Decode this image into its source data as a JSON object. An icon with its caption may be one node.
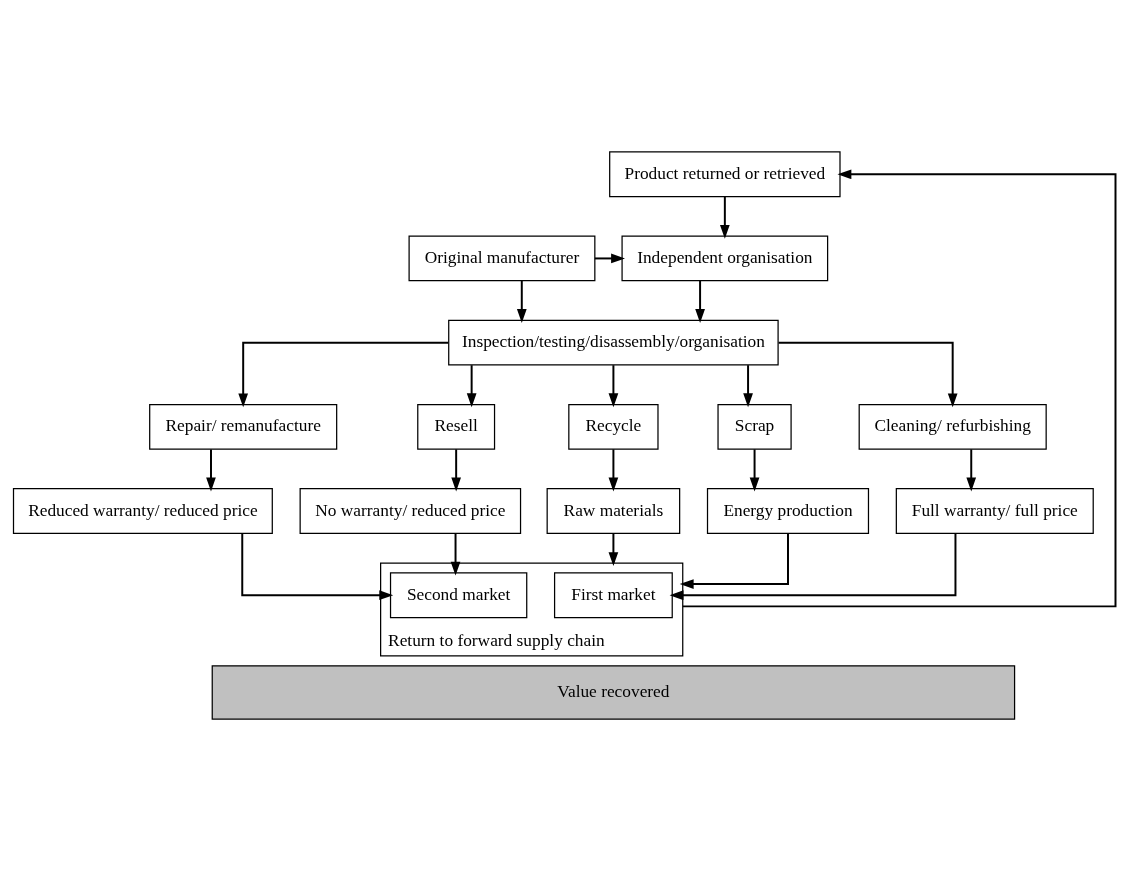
{
  "diagram": {
    "nodes": [
      {
        "text": [
          "Product returned or retrieved"
        ]
      },
      {
        "text": [
          "Original manufacturer"
        ]
      },
      {
        "text": [
          "Independent organisation"
        ]
      },
      {
        "text": [
          "Inspection/testing/disassembly/organisation"
        ]
      },
      {
        "text": [
          "Cleaning/ refurbishing"
        ]
      },
      {
        "text": [
          "Repair/ remanufacture"
        ]
      },
      {
        "text": [
          "Resell"
        ]
      },
      {
        "text": [
          "Recycle"
        ]
      },
      {
        "text": [
          "Scrap"
        ]
      },
      {
        "text": [
          "Full warranty/ full price"
        ]
      },
      {
        "text": [
          "Reduced warranty/ reduced price"
        ]
      },
      {
        "text": [
          "No warranty/ reduced price"
        ]
      },
      {
        "text": [
          "Raw materials"
        ]
      },
      {
        "text": [
          "Energy production"
        ]
      },
      {
        "text": [
          "Return to forward supply chain"
        ]
      },
      {
        "text": [
          "First market"
        ],
        "in": 14
      },
      {
        "text": [
          "Second market"
        ],
        "in": 14
      },
      {
        "text": [
          "Value recovered"
        ]
      }
    ],
    "edges": [
      {
        "from": 0,
        "to": 2,
        "arrow": "to"
      },
      {
        "from": 1,
        "to": 2,
        "arrow": "to"
      },
      {
        "from": 1,
        "to": 3,
        "arrow": "to"
      },
      {
        "from": 2,
        "to": 3,
        "arrow": "to"
      },
      {
        "from": 3,
        "to": 4,
        "arrow": "to"
      },
      {
        "from": 3,
        "to": 5,
        "arrow": "to"
      },
      {
        "from": 3,
        "to": 6,
        "arrow": "to"
      },
      {
        "from": 3,
        "to": 7,
        "arrow": "to"
      },
      {
        "from": 3,
        "to": 8,
        "arrow": "to"
      },
      {
        "from": 4,
        "to": 9,
        "arrow": "to"
      },
      {
        "from": 5,
        "to": 10,
        "arrow": "to"
      },
      {
        "from": 6,
        "to": 11,
        "arrow": "to"
      },
      {
        "from": 7,
        "to": 12,
        "arrow": "to"
      },
      {
        "from": 8,
        "to": 13,
        "arrow": "to"
      },
      {
        "from": 9,
        "to": 15,
        "arrow": "to"
      },
      {
        "from": 10,
        "to": 16,
        "arrow": "to"
      },
      {
        "from": 11,
        "to": 16,
        "arrow": "to"
      },
      {
        "from": 12,
        "to": 14,
        "arrow": "to"
      },
      {
        "from": 13,
        "to": 14,
        "arrow": "to"
      },
      {
        "from": 14,
        "to": 0,
        "arrow": "to"
      }
    ]
  }
}
